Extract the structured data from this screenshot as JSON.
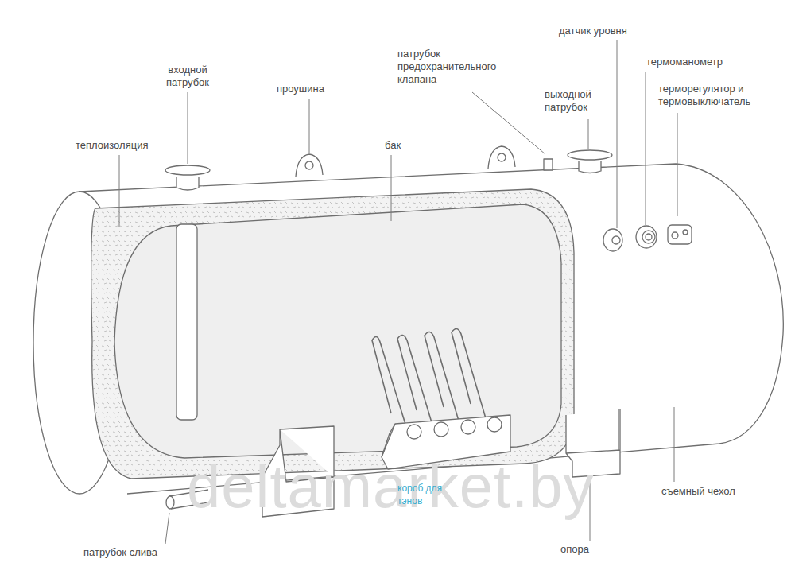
{
  "diagram": {
    "labels": [
      "датчик уровня",
      "термоманометр",
      "терморегулятор и термовыключатель",
      "патрубок предохранительного клапана",
      "выходной патрубок",
      "входной патрубок",
      "проушина",
      "теплоизоляция",
      "бак",
      "короб для тэнов",
      "съемный чехол",
      "опора",
      "патрубок слива",
      "deltamarket.by"
    ]
  }
}
